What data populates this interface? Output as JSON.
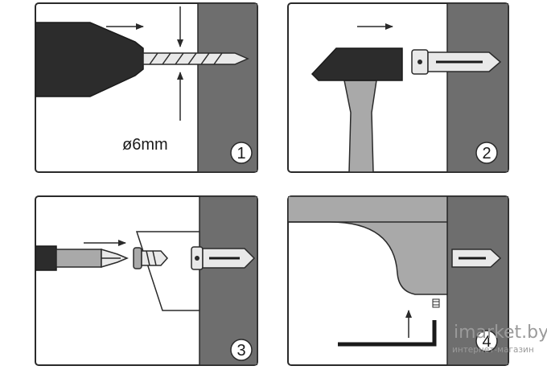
{
  "panels": [
    {
      "number": "1",
      "label": "ø6mm"
    },
    {
      "number": "2"
    },
    {
      "number": "3"
    },
    {
      "number": "4"
    }
  ],
  "watermark": {
    "main": "imarket.by",
    "sub": "интернет-магазин"
  }
}
